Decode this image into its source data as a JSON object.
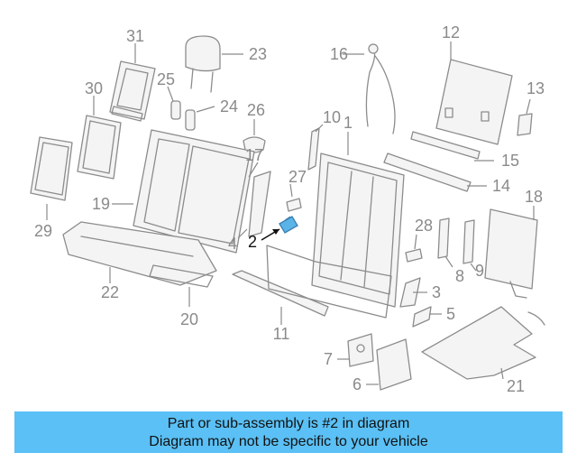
{
  "diagram": {
    "highlight_color": "#5ab4e8",
    "callouts": [
      {
        "id": "1",
        "text": "1"
      },
      {
        "id": "2",
        "text": "2"
      },
      {
        "id": "3",
        "text": "3"
      },
      {
        "id": "4",
        "text": "4"
      },
      {
        "id": "5",
        "text": "5"
      },
      {
        "id": "6",
        "text": "6"
      },
      {
        "id": "7",
        "text": "7"
      },
      {
        "id": "8",
        "text": "8"
      },
      {
        "id": "9",
        "text": "9"
      },
      {
        "id": "10",
        "text": "10"
      },
      {
        "id": "11",
        "text": "11"
      },
      {
        "id": "12",
        "text": "12"
      },
      {
        "id": "13",
        "text": "13"
      },
      {
        "id": "14",
        "text": "14"
      },
      {
        "id": "15",
        "text": "15"
      },
      {
        "id": "16",
        "text": "16"
      },
      {
        "id": "17",
        "text": "17"
      },
      {
        "id": "18",
        "text": "18"
      },
      {
        "id": "19",
        "text": "19"
      },
      {
        "id": "20",
        "text": "20"
      },
      {
        "id": "21",
        "text": "21"
      },
      {
        "id": "22",
        "text": "22"
      },
      {
        "id": "23",
        "text": "23"
      },
      {
        "id": "24",
        "text": "24"
      },
      {
        "id": "25",
        "text": "25"
      },
      {
        "id": "26",
        "text": "26"
      },
      {
        "id": "27",
        "text": "27"
      },
      {
        "id": "28",
        "text": "28"
      },
      {
        "id": "29",
        "text": "29"
      },
      {
        "id": "30",
        "text": "30"
      },
      {
        "id": "31",
        "text": "31"
      }
    ]
  },
  "banner": {
    "line1": "Part or sub-assembly is #2 in diagram",
    "line2": "Diagram may not be specific to your vehicle",
    "background": "#5ac0f5"
  }
}
